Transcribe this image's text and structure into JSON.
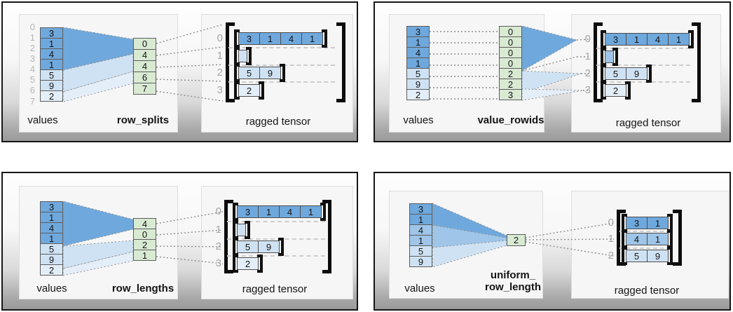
{
  "figure": {
    "description": "Four diagrams showing how a ragged tensor is built from a values tensor plus row-partition tensors",
    "palette": {
      "dark_blue": "#6fa8dc",
      "medium_blue": "#9fc5e8",
      "light_blue": "#cfe2f3",
      "pale_blue": "#e4eef9",
      "green": "#d9ead3"
    }
  },
  "panels": [
    {
      "name": "row_splits",
      "values_label": "values",
      "method_label": "row_splits",
      "tensor_label": "ragged tensor",
      "boundary_indices": [
        "0",
        "1",
        "2",
        "3",
        "4",
        "5",
        "6",
        "7"
      ],
      "values": [
        "3",
        "1",
        "4",
        "1",
        "5",
        "9",
        "2"
      ],
      "method_cells": [
        "0",
        "4",
        "4",
        "6",
        "7"
      ],
      "tensor": {
        "row_labels": [
          "0",
          "1",
          "2",
          "3"
        ],
        "rows": [
          [
            "3",
            "1",
            "4",
            "1"
          ],
          [],
          [
            "5",
            "9"
          ],
          [
            "2"
          ]
        ]
      }
    },
    {
      "name": "value_rowids",
      "values_label": "values",
      "method_label": "value_rowids",
      "tensor_label": "ragged tensor",
      "values": [
        "3",
        "1",
        "4",
        "1",
        "5",
        "9",
        "2"
      ],
      "method_cells": [
        "0",
        "0",
        "0",
        "0",
        "2",
        "2",
        "3"
      ],
      "tensor": {
        "row_labels": [
          "0",
          "1",
          "2",
          "3"
        ],
        "rows": [
          [
            "3",
            "1",
            "4",
            "1"
          ],
          [],
          [
            "5",
            "9"
          ],
          [
            "2"
          ]
        ]
      }
    },
    {
      "name": "row_lengths",
      "values_label": "values",
      "method_label": "row_lengths",
      "tensor_label": "ragged tensor",
      "values": [
        "3",
        "1",
        "4",
        "1",
        "5",
        "9",
        "2"
      ],
      "method_cells": [
        "4",
        "0",
        "2",
        "1"
      ],
      "tensor": {
        "row_labels": [
          "0",
          "1",
          "2",
          "3"
        ],
        "rows": [
          [
            "3",
            "1",
            "4",
            "1"
          ],
          [],
          [
            "5",
            "9"
          ],
          [
            "2"
          ]
        ]
      }
    },
    {
      "name": "uniform_row_length",
      "values_label": "values",
      "method_label_line1": "uniform_",
      "method_label_line2": "row_length",
      "tensor_label": "ragged tensor",
      "values": [
        "3",
        "1",
        "4",
        "1",
        "5",
        "9"
      ],
      "method_cells": [
        "2"
      ],
      "tensor": {
        "row_labels": [
          "0",
          "1",
          "2"
        ],
        "rows": [
          [
            "3",
            "1"
          ],
          [
            "4",
            "1"
          ],
          [
            "5",
            "9"
          ]
        ]
      }
    }
  ]
}
